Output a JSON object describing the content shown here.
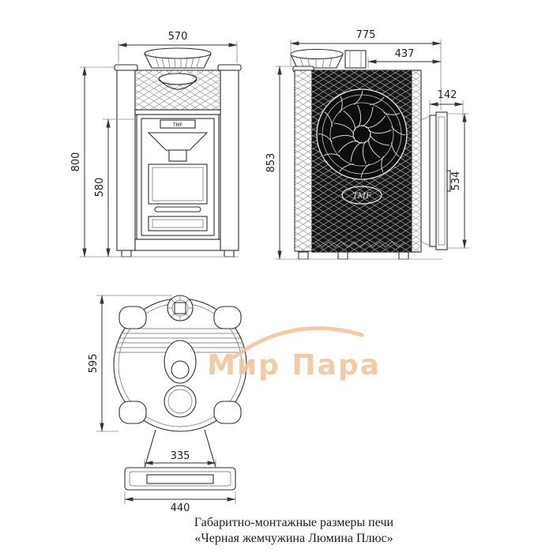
{
  "caption": {
    "line1": "Габаритно-монтажные размеры печи",
    "line2": "«Черная жемчужина Люмина Плюс»"
  },
  "watermark": {
    "text": "Мир Пара",
    "color": "#edc69c"
  },
  "logo": {
    "text": "TMF"
  },
  "views": {
    "front": {
      "dims": {
        "width": "570",
        "height": "800",
        "firebox_height": "580"
      }
    },
    "side": {
      "dims": {
        "depth": "775",
        "top_depth": "437",
        "door_offset": "142",
        "height": "853",
        "door_height": "534"
      }
    },
    "top": {
      "dims": {
        "depth": "595",
        "tunnel_width": "335",
        "base_width": "440"
      }
    }
  }
}
